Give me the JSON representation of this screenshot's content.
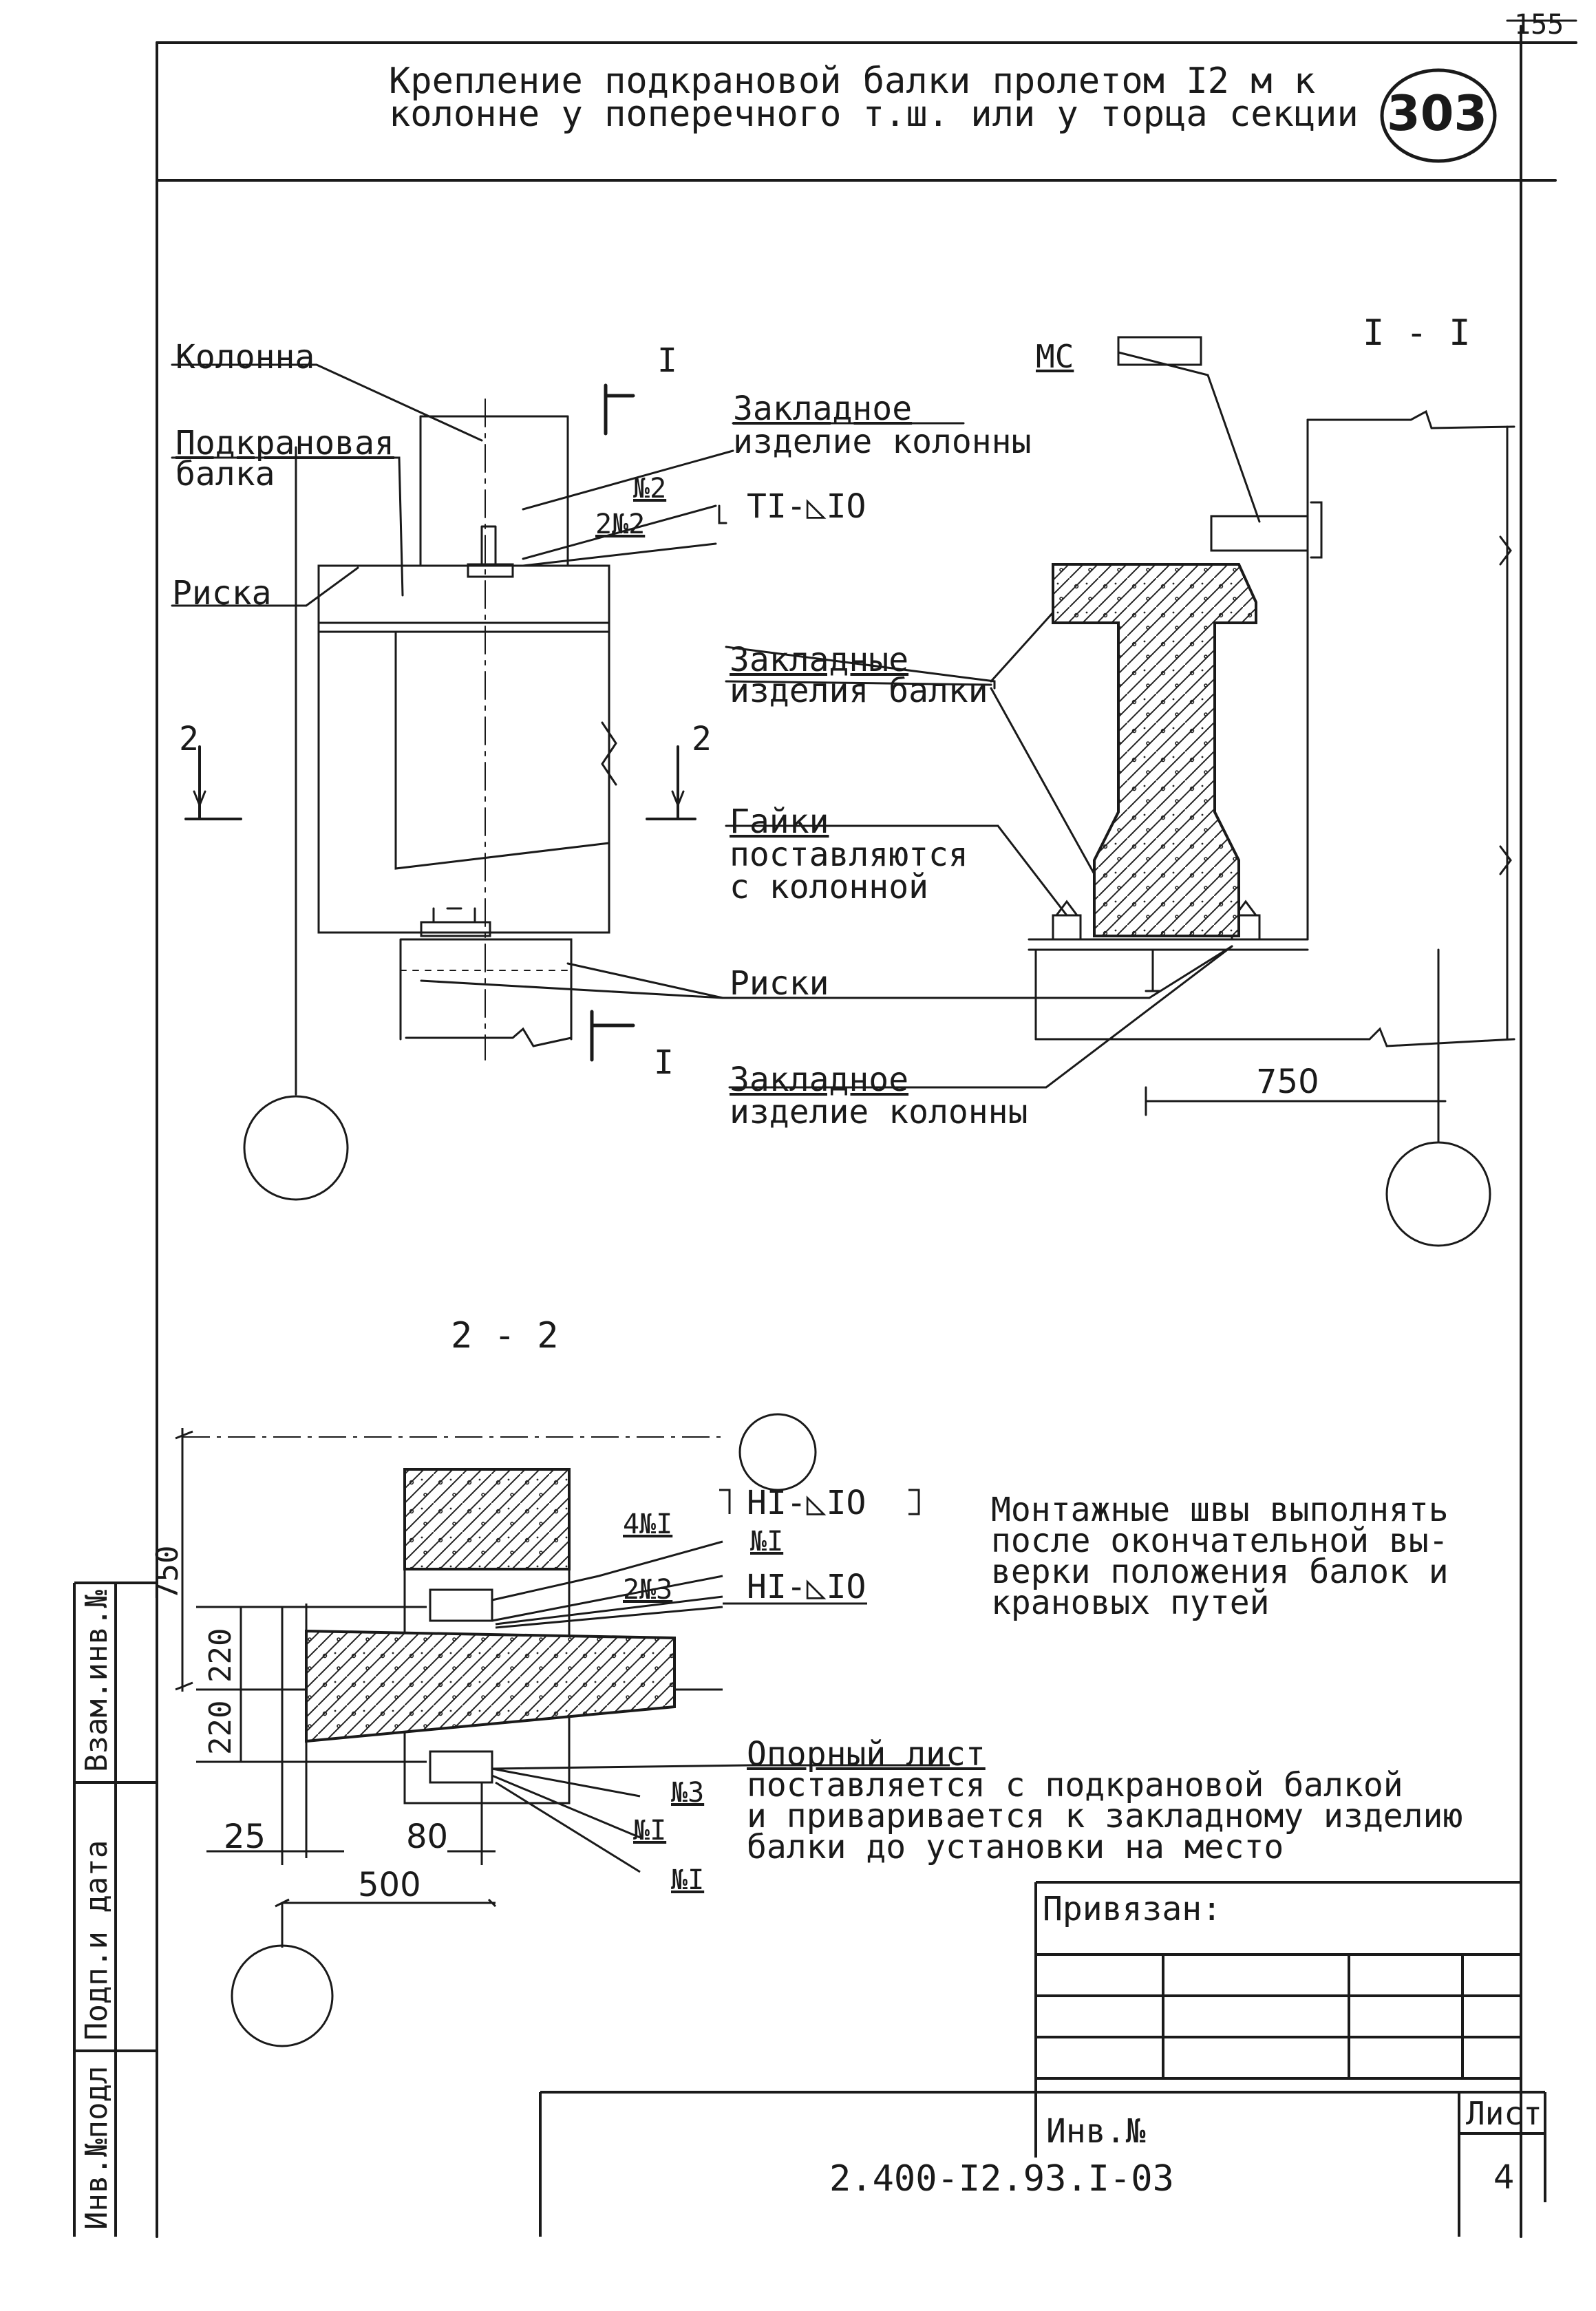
{
  "page_number": "155",
  "header": {
    "title_line1": "Крепление подкрановой балки пролетом I2 м к",
    "title_line2": "колонне у поперечного т.ш. или у торца секции",
    "badge": "303"
  },
  "view1": {
    "section_mark_top": "I",
    "section_mark_bottom": "I",
    "section2_left": "2",
    "section2_right": "2",
    "label_column": "Колонна",
    "label_crane_beam_1": "Подкрановая",
    "label_crane_beam_2": "балка",
    "label_scribe": "Риска",
    "label_embed_col_1": "Закладное",
    "label_embed_col_2": "изделие колонны",
    "part_no2": "№2",
    "part_2no2": "2№2",
    "weld_t1": "TI-◺IO"
  },
  "section1": {
    "title": "I - I",
    "ms": "МС",
    "label_beam_embeds_1": "Закладные",
    "label_beam_embeds_2": "изделия балки",
    "label_nuts_1": "Гайки",
    "label_nuts_2": "поставляются",
    "label_nuts_3": "с колонной",
    "label_scribes": "Риски",
    "label_embed_col_1": "Закладное",
    "label_embed_col_2": "изделие колонны",
    "dim_750": "750"
  },
  "section2": {
    "title": "2 - 2",
    "part_4no1": "4№I",
    "part_no1_top": "№I",
    "part_2no3": "2№3",
    "weld_h1_a": "HI-◺IO",
    "weld_h1_b": "HI-◺IO",
    "dim_750": "750",
    "dim_220_a": "220",
    "dim_220_b": "220",
    "dim_25": "25",
    "dim_80": "80",
    "dim_500": "500",
    "part_no3": "№3",
    "part_no1_b": "№I",
    "part_no1_c": "№I",
    "note_1": "Монтажные швы выполнять",
    "note_2": "после окончательной вы-",
    "note_3": "верки положения балок и",
    "note_4": "крановых путей",
    "plate_1": "Опорный лист",
    "plate_2": "поставляется с подкрановой балкой",
    "plate_3": "и приваривается к закладному изделию",
    "plate_4": "балки до установки на место"
  },
  "stamp": {
    "bound_label": "Привязан:",
    "inv_label": "Инв.№",
    "doc_code": "2.400-I2.93.I-03",
    "sheet_label": "Лист",
    "sheet_number": "4"
  },
  "side_stamp": {
    "cell1": "Взам.инв.№",
    "cell2": "Подп.и дата",
    "cell3": "Инв.№подл"
  }
}
